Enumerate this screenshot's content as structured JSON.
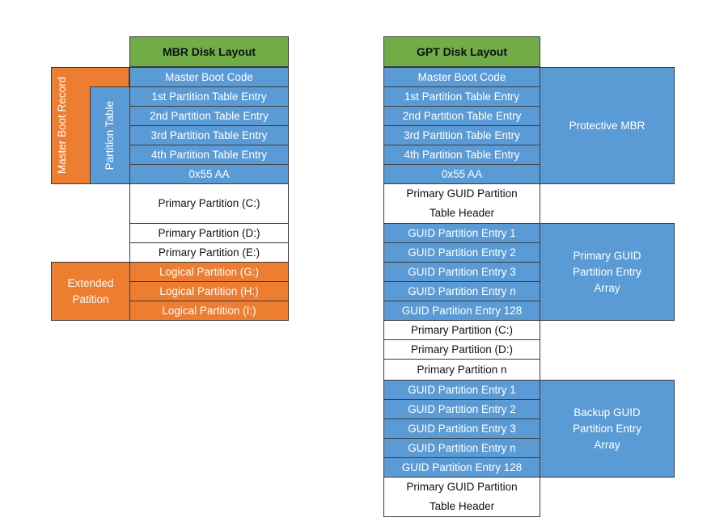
{
  "mbr": {
    "title": "MBR Disk Layout",
    "rows": [
      "Master Boot Code",
      "1st Partition Table Entry",
      "2nd Partition Table Entry",
      "3rd Partition Table Entry",
      "4th Partition Table Entry",
      "0x55 AA",
      "Primary Partition (C:)",
      "Primary Partition (D:)",
      "Primary Partition (E:)",
      "Logical Partition (G:)",
      "Logical Partition (H:)",
      "Logical Partition (I:)"
    ],
    "master_boot_record_label": "Master Boot Record",
    "partition_table_label": "Partition Table",
    "extended_partition_label": "Extended Patition"
  },
  "gpt": {
    "title": "GPT Disk Layout",
    "rows": [
      "Master Boot Code",
      "1st Partition Table Entry",
      "2nd Partition Table Entry",
      "3rd Partition Table Entry",
      "4th Partition Table Entry",
      "0x55 AA",
      "Primary GUID Partition Table Header",
      "GUID Partition Entry 1",
      "GUID Partition Entry 2",
      "GUID Partition Entry 3",
      "GUID Partition Entry n",
      "GUID Partition Entry 128",
      "Primary Partition (C:)",
      "Primary Partition (D:)",
      "Primary Partition n",
      "GUID Partition Entry 1",
      "GUID Partition Entry 2",
      "GUID Partition Entry 3",
      "GUID Partition Entry n",
      "GUID Partition Entry 128",
      "Primary GUID Partition Table Header"
    ],
    "protective_mbr_label": "Protective MBR",
    "primary_array_label": "Primary GUID Partition Entry Array",
    "backup_array_label": "Backup GUID Partition Entry Array"
  },
  "colors": {
    "blue": "#5b9bd5",
    "orange": "#ed7d31",
    "green": "#70ad47",
    "white": "#ffffff"
  }
}
